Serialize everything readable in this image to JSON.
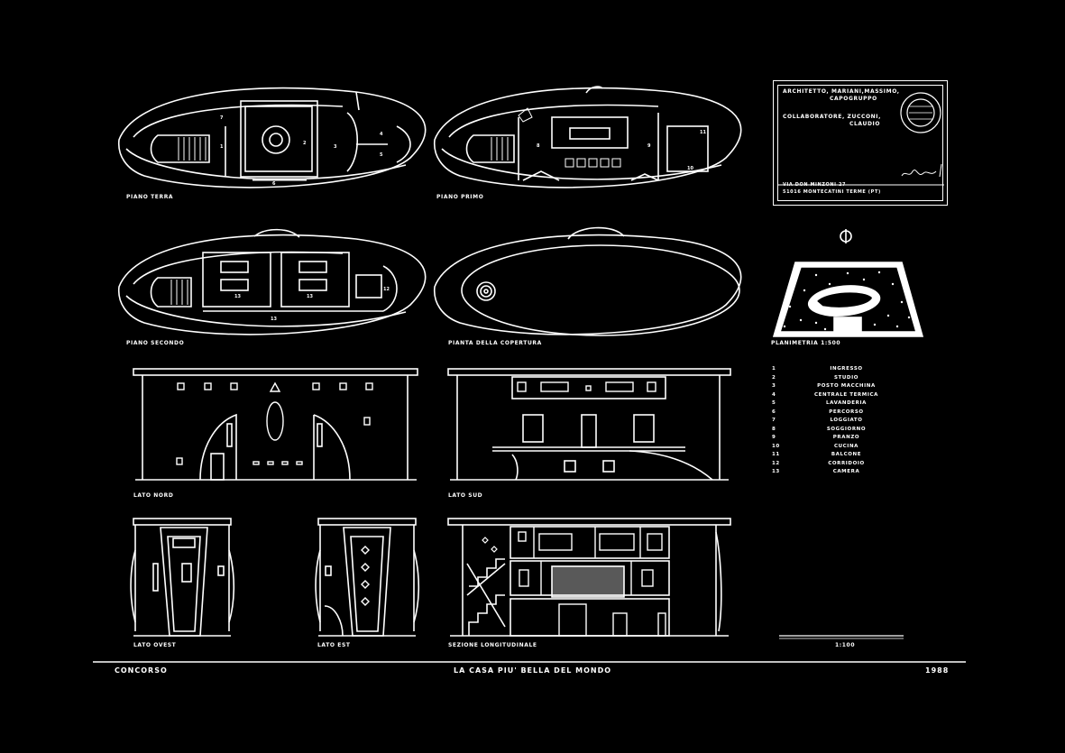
{
  "drawing_labels": {
    "piano_terra": "PIANO TERRA",
    "piano_primo": "PIANO PRIMO",
    "piano_secondo": "PIANO SECONDO",
    "pianta_copertura": "PIANTA DELLA COPERTURA",
    "planimetria": "PLANIMETRIA 1:500",
    "lato_nord": "LATO NORD",
    "lato_sud": "LATO SUD",
    "lato_ovest": "LATO OVEST",
    "lato_est": "LATO EST",
    "sezione": "SEZIONE LONGITUDINALE",
    "scale": "1:100"
  },
  "title_block": {
    "architect_line1": "ARCHITETTO, MARIANI,MASSIMO,",
    "architect_line2": "CAPOGRUPPO",
    "collab_line1": "COLLABORATORE, ZUCCONI,",
    "collab_line2": "CLAUDIO",
    "address_line1": "VIA DON MINZONI 27",
    "address_line2": "51016 MONTECATINI TERME (PT)"
  },
  "room_numbers": {
    "r1": "1",
    "r2": "2",
    "r3": "3",
    "r4": "4",
    "r5": "5",
    "r6": "6",
    "r7": "7",
    "r8": "8",
    "r9": "9",
    "r10": "10",
    "r11": "11",
    "r12": "12",
    "r13": "13"
  },
  "legend": [
    {
      "num": "1",
      "name": "INGRESSO"
    },
    {
      "num": "2",
      "name": "STUDIO"
    },
    {
      "num": "3",
      "name": "POSTO MACCHINA"
    },
    {
      "num": "4",
      "name": "CENTRALE TERMICA"
    },
    {
      "num": "5",
      "name": "LAVANDERIA"
    },
    {
      "num": "6",
      "name": "PERCORSO"
    },
    {
      "num": "7",
      "name": "LOGGIATO"
    },
    {
      "num": "8",
      "name": "SOGGIORNO"
    },
    {
      "num": "9",
      "name": "PRANZO"
    },
    {
      "num": "10",
      "name": "CUCINA"
    },
    {
      "num": "11",
      "name": "BALCONE"
    },
    {
      "num": "12",
      "name": "CORRIDOIO"
    },
    {
      "num": "13",
      "name": "CAMERA"
    }
  ],
  "footer": {
    "left": "CONCORSO",
    "center": "LA CASA PIU' BELLA DEL MONDO",
    "right": "1988"
  },
  "colors": {
    "background": "#000000",
    "line": "#ffffff"
  },
  "icons": [
    "north-arrow-icon",
    "stamp-seal",
    "signature"
  ]
}
